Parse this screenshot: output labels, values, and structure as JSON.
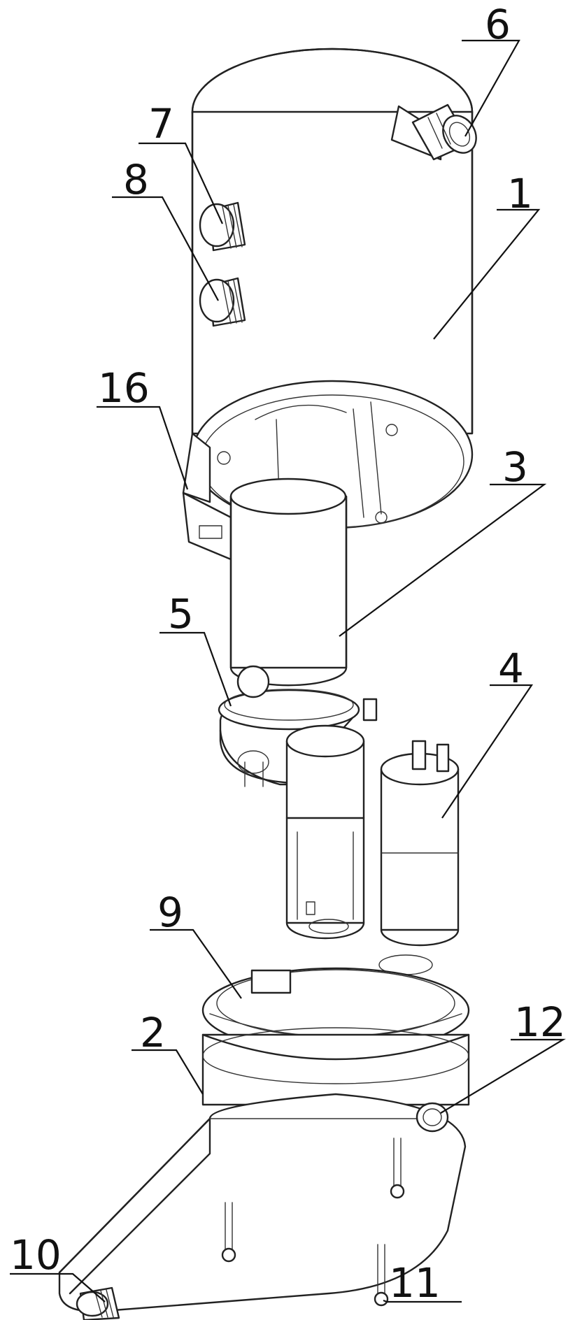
{
  "labels": {
    "l1": "1",
    "l2": "2",
    "l3": "3",
    "l4": "4",
    "l5": "5",
    "l6": "6",
    "l7": "7",
    "l8": "8",
    "l9": "9",
    "l10": "10",
    "l11": "11",
    "l12": "12",
    "l16": "16"
  }
}
